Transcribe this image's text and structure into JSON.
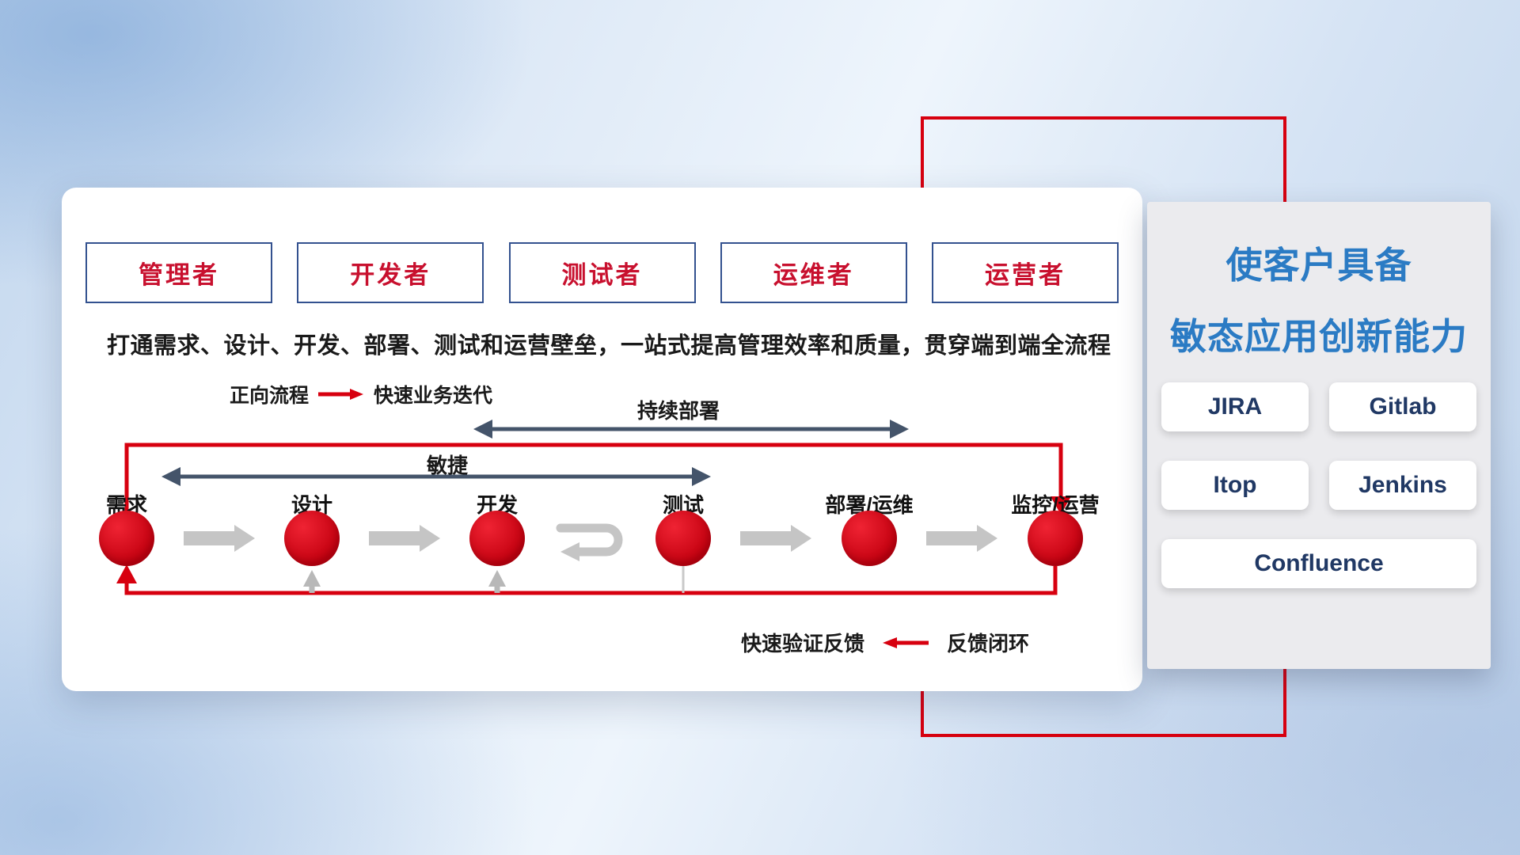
{
  "colors": {
    "primary_red": "#d7000f",
    "role_text_red": "#c8102e",
    "slate_arrow": "#44546a",
    "gray_arrow": "#c5c5c5",
    "title_blue": "#2b7bc4",
    "tool_navy": "#203864",
    "panel_gray": "#ebebee"
  },
  "roles": [
    "管理者",
    "开发者",
    "测试者",
    "运维者",
    "运营者"
  ],
  "headline": "打通需求、设计、开发、部署、测试和运营壁垒，一站式提高管理效率和质量，贯穿端到端全流程",
  "legends": {
    "forward_label": "正向流程",
    "forward_value": "快速业务迭代",
    "feedback_label": "快速验证反馈",
    "feedback_value": "反馈闭环"
  },
  "spans": {
    "agile": "敏捷",
    "continuous_deploy": "持续部署"
  },
  "nodes": [
    "需求",
    "设计",
    "开发",
    "测试",
    "部署/运维",
    "监控/运营"
  ],
  "panel": {
    "title_line1": "使客户具备",
    "title_line2": "敏态应用创新能力",
    "tools": [
      "JIRA",
      "Gitlab",
      "Itop",
      "Jenkins",
      "Confluence"
    ]
  }
}
